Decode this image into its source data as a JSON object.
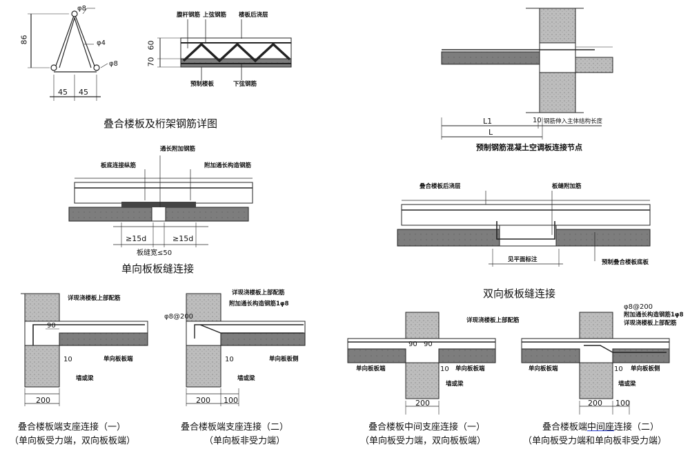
{
  "fig_truss": {
    "caption": "叠合楼板及桁架钢筋详图",
    "d_top": "φ8",
    "d_mid": "φ4",
    "d_bot": "φ8",
    "height": "86",
    "w1": "45",
    "w2": "45",
    "callout_web": "腹杆钢筋",
    "callout_top": "上弦钢筋",
    "callout_pour": "楼板后浇层",
    "callout_precast": "预制楼板",
    "callout_bottom": "下弦钢筋",
    "dim_60": "60",
    "dim_70": "70"
  },
  "fig_aircon": {
    "caption": "预制钢筋混凝土空调板连接节点",
    "l1": "L1",
    "ten": "10",
    "l": "L",
    "note": "钢筋伸入主体结构长度"
  },
  "fig_oneway_joint": {
    "caption": "单向板板缝连接",
    "callout_long": "通长附加钢筋",
    "callout_bottom_long": "板底连接纵筋",
    "callout_extra": "附加通长构造钢筋",
    "dim_left": "≥15d",
    "dim_right": "≥15d",
    "joint_width": "板缝宽≤50"
  },
  "fig_twoway_joint": {
    "caption": "双向板板缝连接",
    "callout_pour": "叠合楼板后浇层",
    "callout_extra": "板缝附加筋",
    "callout_precast": "预制叠合楼板底板",
    "see_plan": "见平面标注"
  },
  "fig_end1": {
    "caption1": "叠合楼板端支座连接（一）",
    "caption2": "（单向板受力端，双向板板端）",
    "callout_top": "详现浇楼板上部配筋",
    "dim_90": "90",
    "dim_10": "10",
    "callout_end": "单向板板端",
    "callout_wall": "墙或梁",
    "dim_200": "200"
  },
  "fig_end2": {
    "caption1": "叠合楼板端支座连接（二）",
    "caption2": "（单向板非受力端）",
    "callout_top": "详现浇楼板上部配筋",
    "callout_extra": "附加通长构造钢筋1φ8",
    "rebar": "φ8@200",
    "dim_10": "10",
    "callout_side": "单向板板侧",
    "callout_wall": "墙或梁",
    "dim_200": "200",
    "dim_100": "100"
  },
  "fig_mid1": {
    "caption1": "叠合楼板中间支座连接（一）",
    "caption2": "（单向板受力端，双向板板端）",
    "callout_top": "详现浇楼板上部配筋",
    "dim_90a": "90",
    "dim_90b": "90",
    "dim_10": "10",
    "callout_left": "单向板板端",
    "callout_right": "单向板板端",
    "callout_wall": "墙或梁",
    "dim_200": "200"
  },
  "fig_mid2": {
    "caption_pre": "叠合楼板端",
    "caption_ul": "中间座",
    "caption_post": "连接（二）",
    "caption2": "（单向板受力端和单向板非受力端）",
    "rebar": "φ8@200",
    "callout_extra": "附加通长构造钢筋1φ8",
    "callout_top": "详现浇楼板上部配筋",
    "dim_10": "10",
    "callout_left": "单向板板端",
    "callout_right": "单向板板侧",
    "callout_wall": "墙或梁",
    "dim_200": "200",
    "dim_100": "100"
  }
}
